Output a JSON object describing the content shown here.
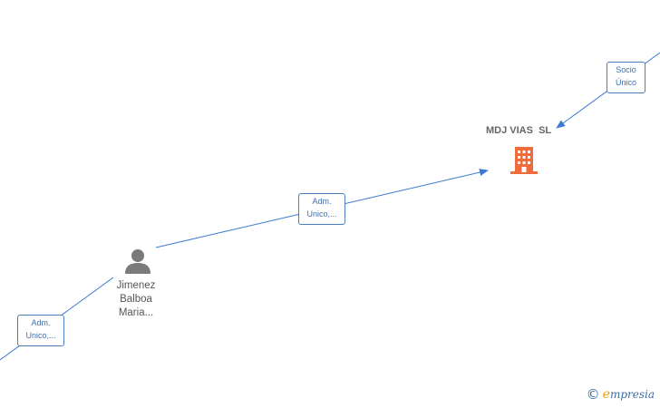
{
  "company": {
    "name": "MDJ VIAS  SL",
    "icon": "building-icon",
    "icon_color": "#f26b3a"
  },
  "person": {
    "name_lines": [
      "Jimenez",
      "Balboa",
      "Maria..."
    ],
    "icon": "person-icon",
    "icon_color": "#7a7a7a"
  },
  "edges": [
    {
      "label_lines": [
        "Socio",
        "Único"
      ]
    },
    {
      "label_lines": [
        "Adm.",
        "Unico,..."
      ]
    },
    {
      "label_lines": [
        "Adm.",
        "Unico,..."
      ]
    }
  ],
  "colors": {
    "edge_line": "#3b78d0",
    "label_border": "#4a7fc1",
    "label_text": "#3d6fb0"
  },
  "brand": {
    "copyright": "©",
    "name_first": "e",
    "name_rest": "mpresia"
  }
}
